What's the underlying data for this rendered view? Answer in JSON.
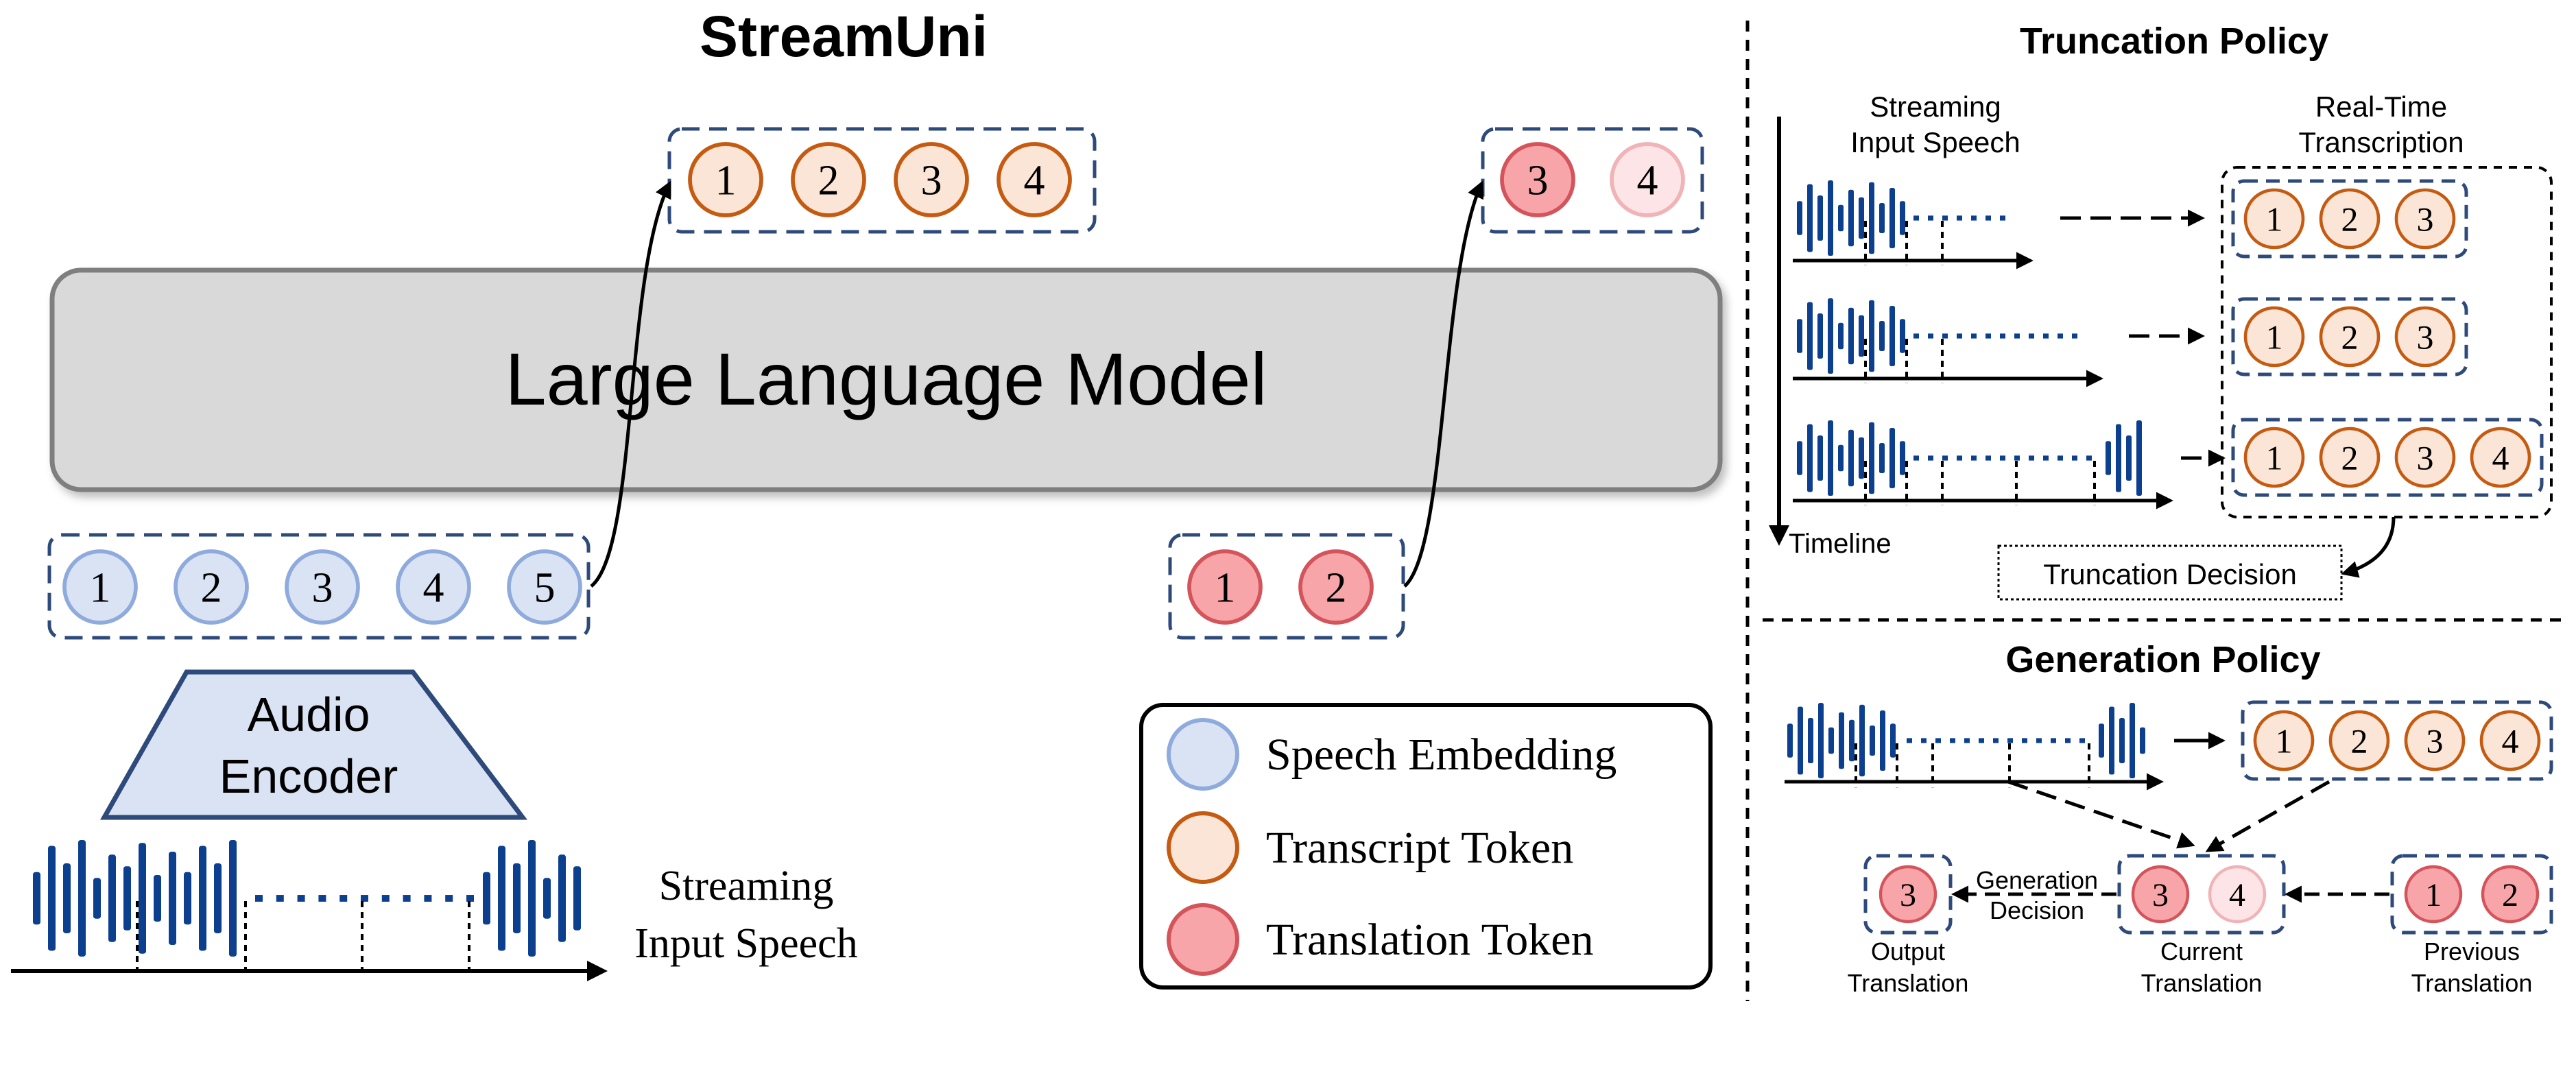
{
  "title": "StreamUni",
  "llm_label": "Large Language Model",
  "encoder": {
    "line1": "Audio",
    "line2": "Encoder"
  },
  "input_speech": {
    "line1": "Streaming",
    "line2": "Input Speech"
  },
  "speech_tokens": [
    "1",
    "2",
    "3",
    "4",
    "5"
  ],
  "transcript_tokens": [
    "1",
    "2",
    "3",
    "4"
  ],
  "translation_in_tokens": [
    "1",
    "2"
  ],
  "translation_out_tokens": [
    "3",
    "4"
  ],
  "legend": {
    "speech": "Speech Embedding",
    "transcript": "Transcript Token",
    "translation": "Translation Token"
  },
  "truncation": {
    "title": "Truncation Policy",
    "input_label": {
      "line1": "Streaming",
      "line2": "Input Speech"
    },
    "output_label": {
      "line1": "Real-Time",
      "line2": "Transcription"
    },
    "rows": [
      [
        "1",
        "2",
        "3"
      ],
      [
        "1",
        "2",
        "3"
      ],
      [
        "1",
        "2",
        "3",
        "4"
      ]
    ],
    "timeline": "Timeline",
    "decision": "Truncation Decision"
  },
  "generation": {
    "title": "Generation Policy",
    "transcript": [
      "1",
      "2",
      "3",
      "4"
    ],
    "output": [
      "3"
    ],
    "current": [
      "3",
      "4"
    ],
    "previous": [
      "1",
      "2"
    ],
    "decision": {
      "line1": "Generation",
      "line2": "Decision"
    },
    "output_label": {
      "line1": "Output",
      "line2": "Translation"
    },
    "current_label": {
      "line1": "Current",
      "line2": "Translation"
    },
    "previous_label": {
      "line1": "Previous",
      "line2": "Translation"
    }
  },
  "colors": {
    "navy": "#2e4a7a",
    "wave": "#0d3f8f",
    "speech_fill": "#dae3f3",
    "speech_stroke": "#8faadc",
    "transcript_fill": "#fbe5d6",
    "transcript_stroke": "#c55a11",
    "translation_fill": "#f8a5aa",
    "translation_stroke": "#d4545b",
    "translation_light_fill": "#fde4e6",
    "translation_light_stroke": "#f0b3b7",
    "llm_fill": "#d9d9d9",
    "llm_stroke": "#7f7f7f"
  }
}
